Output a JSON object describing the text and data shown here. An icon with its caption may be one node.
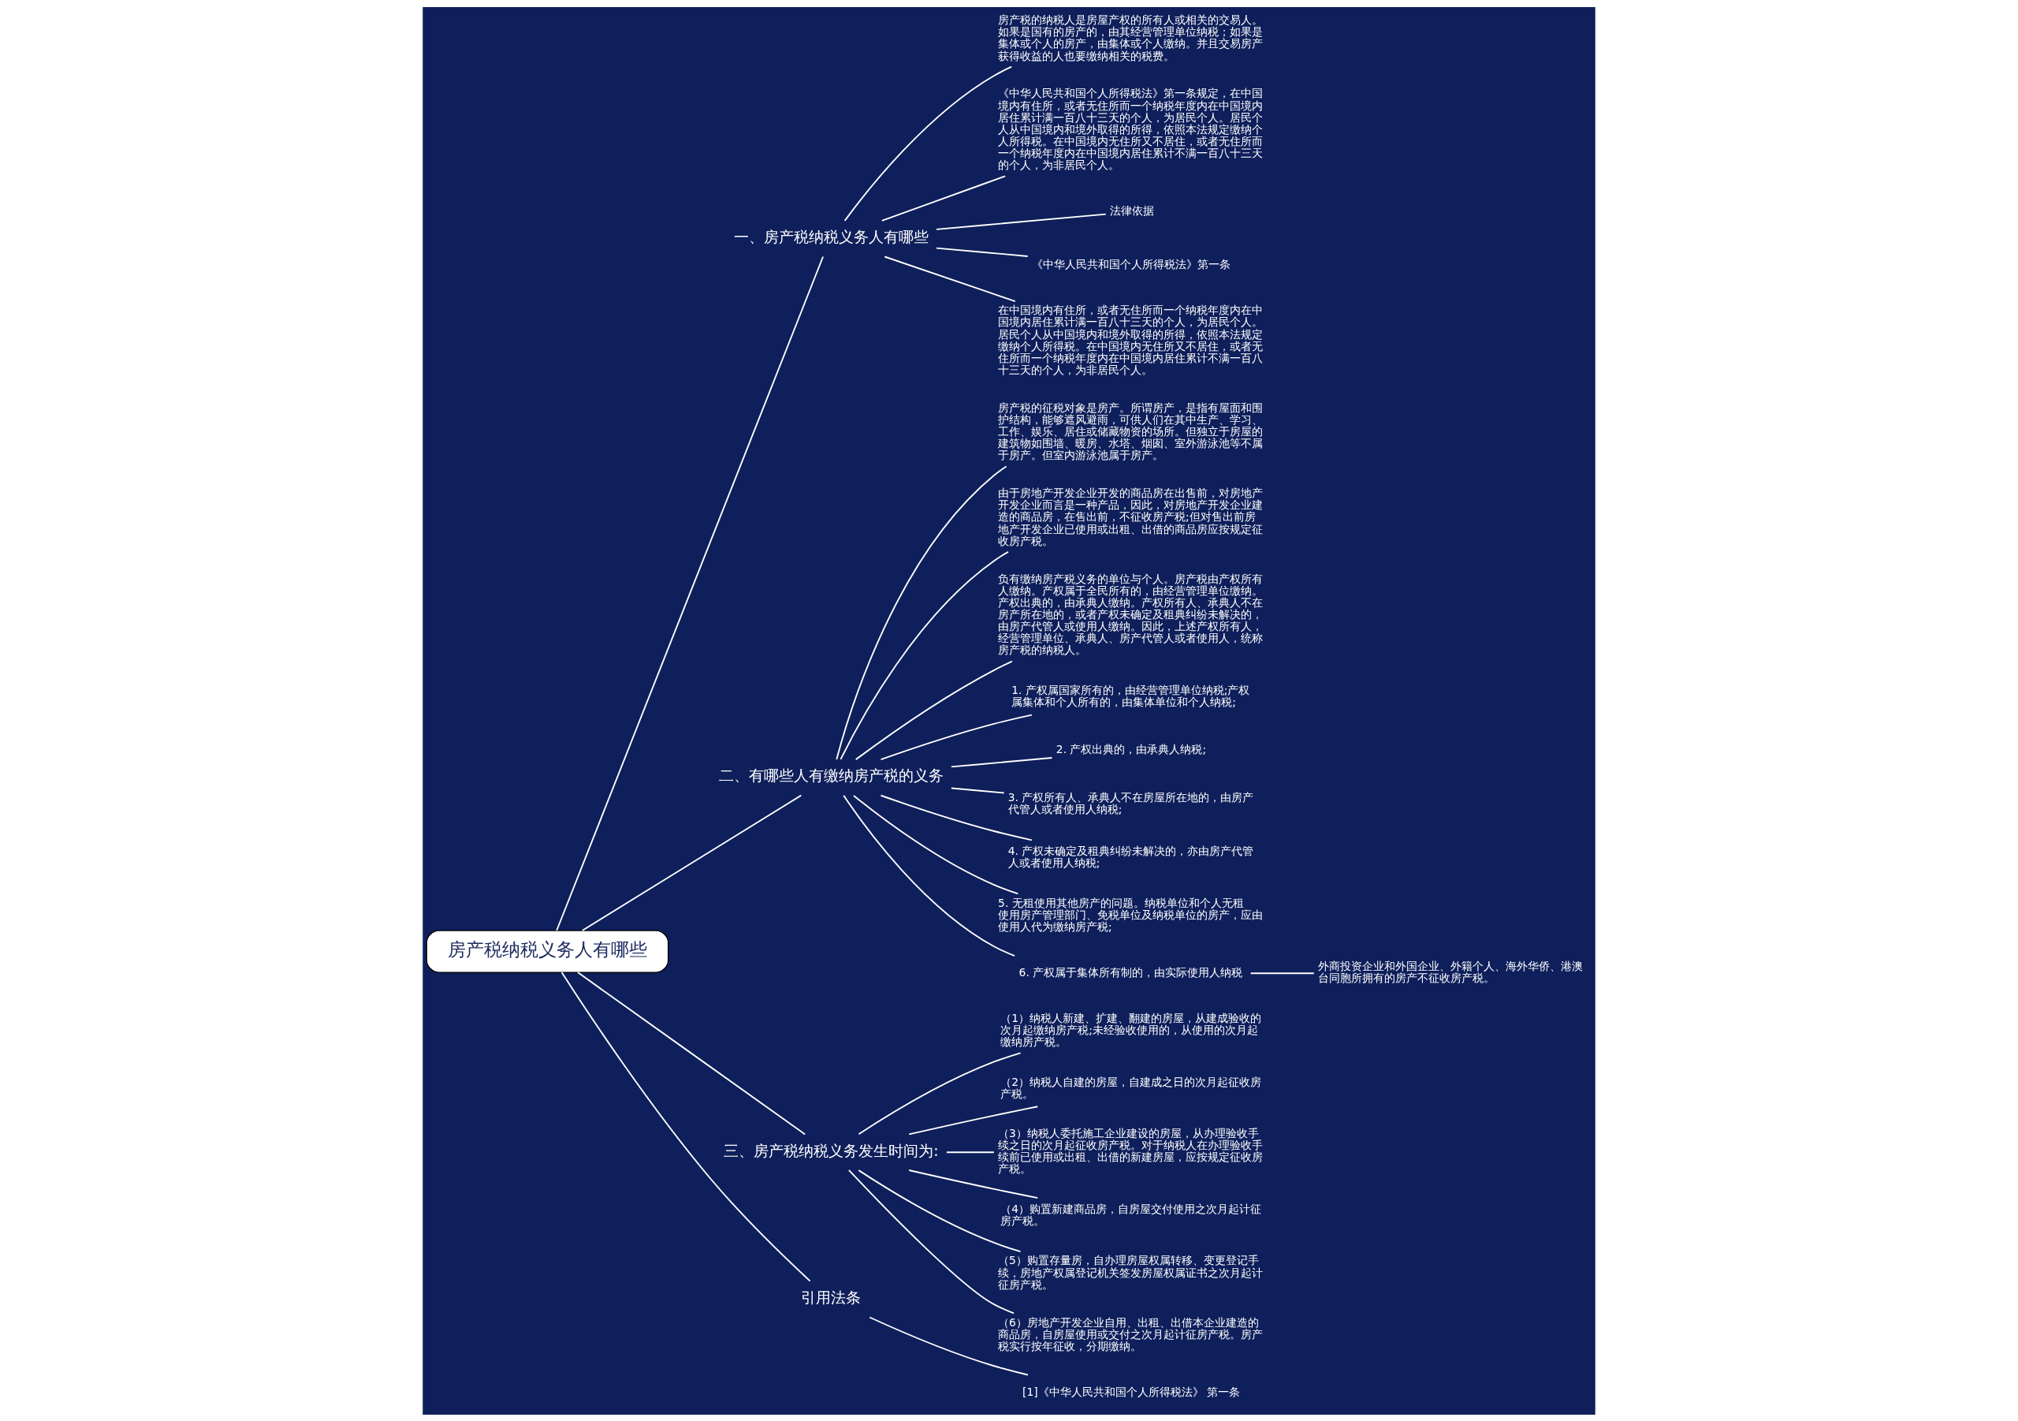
{
  "diagram": {
    "nodes": [
      {
        "text": [
          "房产税纳税义务人有哪些"
        ]
      },
      {
        "text": [
          "一、房产税纳税义务人有哪些"
        ]
      },
      {
        "text": [
          "房产税的纳税人是房屋产权的所有人或相关的交易人。如果是国有的房产的，由其经营管理单位纳税；如果是集体或个人的房产，由集体或个人缴纳。并且交易房产获得收益的人也要缴纳相关的税费。"
        ]
      },
      {
        "text": [
          "《中华人民共和国个人所得税法》第一条规定，在中国境内有住所，或者无住所而一个纳税年度内在中国境内居住累计满一百八十三天的个人，为居民个人。居民个人从中国境内和境外取得的所得，依照本法规定缴纳个人所得税。在中国境内无住所又不居住，或者无住所而一个纳税年度内在中国境内居住累计不满一百八十三天的个人，为非居民个人。"
        ]
      },
      {
        "text": [
          "法律依据"
        ]
      },
      {
        "text": [
          "《中华人民共和国个人所得税法》第一条"
        ]
      },
      {
        "text": [
          "在中国境内有住所，或者无住所而一个纳税年度内在中国境内居住累计满一百八十三天的个人，为居民个人。居民个人从中国境内和境外取得的所得，依照本法规定缴纳个人所得税。在中国境内无住所又不居住，或者无住所而一个纳税年度内在中国境内居住累计不满一百八十三天的个人，为非居民个人。"
        ]
      },
      {
        "text": [
          "二、有哪些人有缴纳房产税的义务"
        ]
      },
      {
        "text": [
          "房产税的征税对象是房产。所谓房产，是指有屋面和围护结构，能够遮风避雨，可供人们在其中生产、学习、工作、娱乐、居住或储藏物资的场所。但独立于房屋的建筑物如围墙、暖房、水塔、烟囱、室外游泳池等不属于房产。但室内游泳池属于房产。"
        ]
      },
      {
        "text": [
          "由于房地产开发企业开发的商品房在出售前，对房地产开发企业而言是一种产品，因此，对房地产开发企业建造的商品房，在售出前，不征收房产税;但对售出前房地产开发企业已使用或出租、出借的商品房应按规定征收房产税。"
        ]
      },
      {
        "text": [
          "负有缴纳房产税义务的单位与个人。房产税由产权所有人缴纳。产权属于全民所有的，由经营管理单位缴纳。产权出典的，由承典人缴纳。产权所有人、承典人不在房产所在地的，或者产权未确定及租典纠纷未解决的，由房产代管人或使用人缴纳。因此，上述产权所有人，经营管理单位、承典人、房产代管人或者使用人，统称房产税的纳税人。"
        ]
      },
      {
        "text": [
          "1. 产权属国家所有的，由经营管理单位纳税;产权属集体和个人所有的，由集体单位和个人纳税;"
        ]
      },
      {
        "text": [
          "2. 产权出典的，由承典人纳税;"
        ]
      },
      {
        "text": [
          "3. 产权所有人、承典人不在房屋所在地的，由房产代管人或者使用人纳税;"
        ]
      },
      {
        "text": [
          "4. 产权未确定及租典纠纷未解决的，亦由房产代管人或者使用人纳税;"
        ]
      },
      {
        "text": [
          "5. 无租使用其他房产的问题。纳税单位和个人无租使用房产管理部门、免税单位及纳税单位的房产，应由使用人代为缴纳房产税;"
        ]
      },
      {
        "text": [
          "6. 产权属于集体所有制的，由实际使用人纳税"
        ]
      },
      {
        "text": [
          "外商投资企业和外国企业、外籍个人、海外华侨、港澳台同胞所拥有的房产不征收房产税。"
        ]
      },
      {
        "text": [
          "三、房产税纳税义务发生时间为:"
        ]
      },
      {
        "text": [
          "（1）纳税人新建、扩建、翻建的房屋，从建成验收的次月起缴纳房产税;未经验收使用的，从使用的次月起缴纳房产税。"
        ]
      },
      {
        "text": [
          "（2）纳税人自建的房屋，自建成之日的次月起征收房产税。"
        ]
      },
      {
        "text": [
          "（3）纳税人委托施工企业建设的房屋，从办理验收手续之日的次月起征收房产税。对于纳税人在办理验收手续前已使用或出租、出借的新建房屋，应按规定征收房产税。"
        ]
      },
      {
        "text": [
          "（4）购置新建商品房，自房屋交付使用之次月起计征房产税。"
        ]
      },
      {
        "text": [
          "（5）购置存量房，自办理房屋权属转移、变更登记手续，房地产权属登记机关签发房屋权属证书之次月起计征房产税。"
        ]
      },
      {
        "text": [
          "（6）房地产开发企业自用、出租、出借本企业建造的商品房，自房屋使用或交付之次月起计征房产税。房产税实行按年征收，分期缴纳。"
        ]
      },
      {
        "text": [
          "引用法条"
        ]
      },
      {
        "text": [
          "[1]《中华人民共和国个人所得税法》 第一条"
        ]
      }
    ],
    "edges": [
      {
        "from": 0,
        "to": 1,
        "arrow": "none"
      },
      {
        "from": 1,
        "to": 2,
        "arrow": "none"
      },
      {
        "from": 1,
        "to": 3,
        "arrow": "none"
      },
      {
        "from": 1,
        "to": 4,
        "arrow": "none"
      },
      {
        "from": 1,
        "to": 5,
        "arrow": "none"
      },
      {
        "from": 1,
        "to": 6,
        "arrow": "none"
      },
      {
        "from": 0,
        "to": 7,
        "arrow": "none"
      },
      {
        "from": 7,
        "to": 8,
        "arrow": "none"
      },
      {
        "from": 7,
        "to": 9,
        "arrow": "none"
      },
      {
        "from": 7,
        "to": 10,
        "arrow": "none"
      },
      {
        "from": 7,
        "to": 11,
        "arrow": "none"
      },
      {
        "from": 7,
        "to": 12,
        "arrow": "none"
      },
      {
        "from": 7,
        "to": 13,
        "arrow": "none"
      },
      {
        "from": 7,
        "to": 14,
        "arrow": "none"
      },
      {
        "from": 7,
        "to": 15,
        "arrow": "none"
      },
      {
        "from": 7,
        "to": 16,
        "arrow": "none"
      },
      {
        "from": 16,
        "to": 17,
        "arrow": "none"
      },
      {
        "from": 0,
        "to": 18,
        "arrow": "none"
      },
      {
        "from": 18,
        "to": 19,
        "arrow": "none"
      },
      {
        "from": 18,
        "to": 20,
        "arrow": "none"
      },
      {
        "from": 18,
        "to": 21,
        "arrow": "none"
      },
      {
        "from": 18,
        "to": 22,
        "arrow": "none"
      },
      {
        "from": 18,
        "to": 23,
        "arrow": "none"
      },
      {
        "from": 18,
        "to": 24,
        "arrow": "none"
      },
      {
        "from": 0,
        "to": 25,
        "arrow": "none"
      },
      {
        "from": 25,
        "to": 26,
        "arrow": "none"
      }
    ]
  }
}
